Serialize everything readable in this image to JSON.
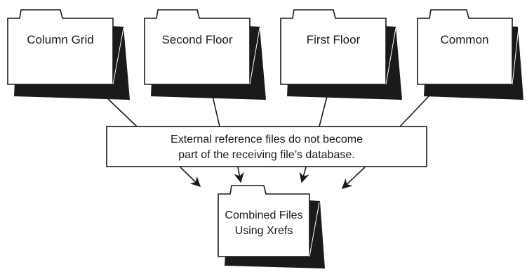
{
  "folders": [
    {
      "label": "Column Grid"
    },
    {
      "label": "Second Floor"
    },
    {
      "label": "First Floor"
    },
    {
      "label": "Common"
    }
  ],
  "caption": {
    "line1": "External reference files do not become",
    "line2": "part of the receiving file’s database."
  },
  "result_folder": {
    "line1": "Combined Files",
    "line2": "Using Xrefs"
  },
  "colors": {
    "outline": "#1a1a1a",
    "shadow": "#1a1a1a",
    "paper": "#ffffff"
  }
}
